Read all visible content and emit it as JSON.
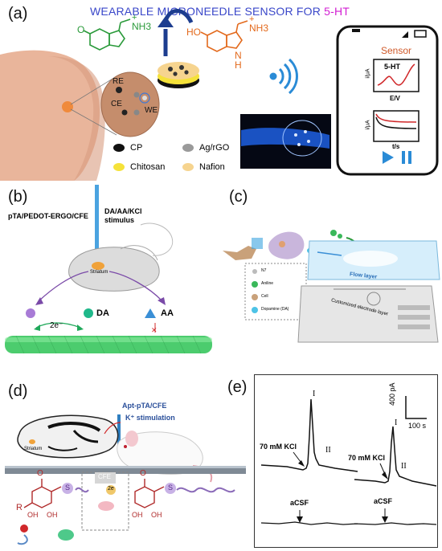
{
  "panel_a": {
    "label": "(a)",
    "title_main": "WEARABLE MICRONEEDLE SENSOR FOR ",
    "title_accent": "5-HT",
    "electrodes": {
      "re": "RE",
      "ce": "CE",
      "we": "WE"
    },
    "legend": [
      {
        "label": "CP",
        "color": "#111111"
      },
      {
        "label": "Ag/rGO",
        "color": "#9a9a9a"
      },
      {
        "label": "Chitosan",
        "color": "#f5e23a"
      },
      {
        "label": "Nafion",
        "color": "#f6d48f"
      }
    ],
    "phone": {
      "title": "Sensor",
      "plot1_label": "5-HT",
      "plot1_ylabel": "i/μA",
      "plot1_xlabel": "E/V",
      "plot2_ylabel": "i/μA",
      "plot2_xlabel": "t/s"
    },
    "molecule_left": {
      "charge": "+",
      "amine": "NH3",
      "ketone": "O"
    },
    "molecule_right": {
      "charge": "+",
      "amine": "NH3",
      "hydroxyl": "HO",
      "ring_n": "N",
      "ring_h": "H"
    }
  },
  "panel_b": {
    "label": "(b)",
    "probe_label": "pTA/PEDOT-ERGO/CFE",
    "stimulus_label": "DA/AA/KCl\nstimulus",
    "region": "Striatum",
    "electron": "2e⁻",
    "da": "DA",
    "aa": "AA"
  },
  "panel_c": {
    "label": "(c)",
    "legend": [
      "N7",
      "Aniline",
      "Cell",
      "Dopamine (DA)"
    ],
    "flow_layer": "Flow layer",
    "electrode_layer": "Customized electrode layer"
  },
  "panel_d": {
    "label": "(d)",
    "probe_label": "Apt-pTA/CFE",
    "stimulation": "K⁺ stimulation",
    "region": "Striatum",
    "cfe": "CFE",
    "r": "R",
    "o": "O",
    "s": "S",
    "oh": "OH",
    "electron": "2e"
  },
  "panel_e": {
    "label": "(e)",
    "scale_y": "400 pA",
    "scale_x": "100 s",
    "kcl_label": "70 mM KCl",
    "acsf_label": "aCSF",
    "peak1": "I",
    "peak2": "II"
  }
}
